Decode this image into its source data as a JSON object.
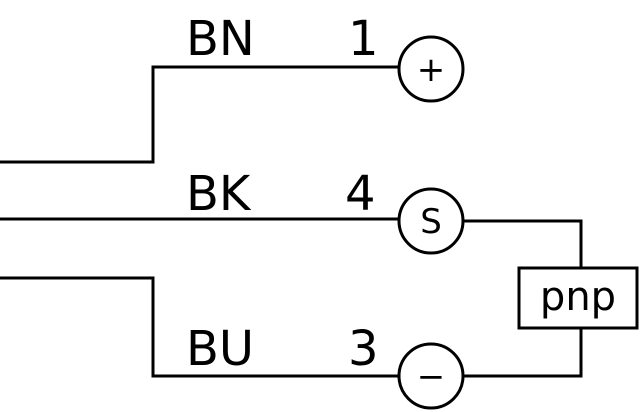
{
  "connections": [
    {
      "color_code": "BN",
      "pin": "1",
      "terminal_symbol": "+"
    },
    {
      "color_code": "BK",
      "pin": "4",
      "terminal_symbol": "S"
    },
    {
      "color_code": "BU",
      "pin": "3",
      "terminal_symbol": "−"
    }
  ],
  "output_stage": {
    "label": "pnp"
  }
}
